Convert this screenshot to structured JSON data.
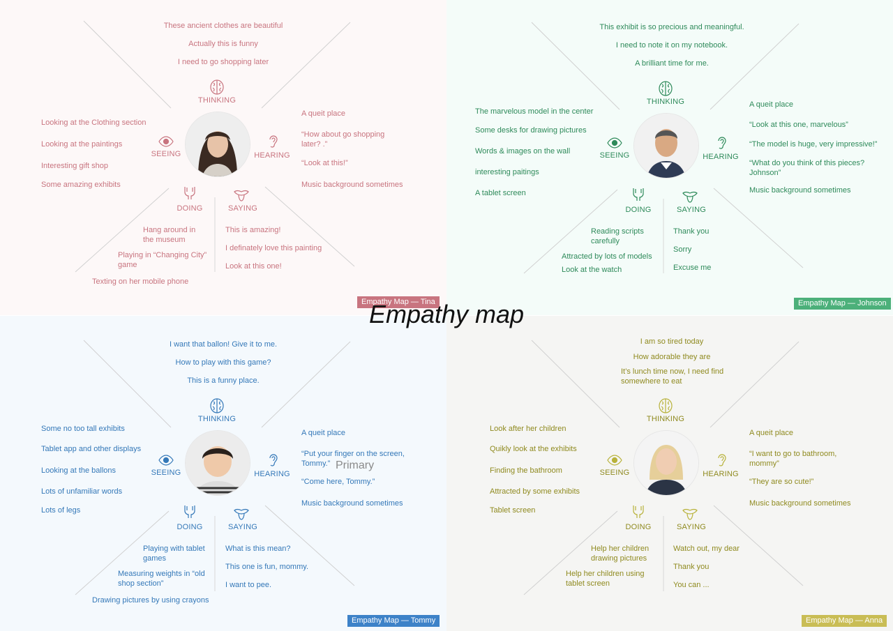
{
  "title": "Empathy map",
  "overlay_label": "Primary",
  "labels": {
    "thinking": "THINKING",
    "seeing": "SEEING",
    "hearing": "HEARING",
    "doing": "DOING",
    "saying": "SAYING"
  },
  "colors": {
    "tina": "#c8747f",
    "johnson": "#2e8a5a",
    "tommy": "#3478b8",
    "anna": "#8f8a1f",
    "tina_bg": "#fdf8f8",
    "johnson_bg": "#f4fcf9",
    "tommy_bg": "#f4f9fd",
    "anna_bg": "#f5f5f3"
  },
  "maps": {
    "tina": {
      "badge": "Empathy Map — Tina",
      "thinking": [
        "These ancient clothes are beautiful",
        "Actually this is funny",
        "I need to go shopping later"
      ],
      "seeing": [
        "Looking at the Clothing section",
        "Looking at the paintings",
        "Interesting gift shop",
        "Some amazing exhibits"
      ],
      "hearing": [
        "A queit place",
        "“How about go shopping\nlater? .”",
        "“Look at this!”",
        "Music background sometimes"
      ],
      "doing": [
        "Hang around in\nthe museum",
        "Playing in “Changing City”\ngame",
        "Texting on her mobile phone"
      ],
      "saying": [
        "This is amazing!",
        "I definately love this painting",
        "Look at this one!"
      ]
    },
    "johnson": {
      "badge": "Empathy Map — Johnson",
      "thinking": [
        "This exhibit is so precious and meaningful.",
        "I need to note it on my notebook.",
        "A brilliant time for me."
      ],
      "seeing": [
        "The marvelous model in the center",
        "Some desks for drawing pictures",
        "Words & images on the wall",
        "interesting paitings",
        "A tablet screen"
      ],
      "hearing": [
        "A queit place",
        "“Look at this one, marvelous”",
        "“The model is huge, very impressive!”",
        "“What do you think of this pieces?\nJohnson”",
        "Music background sometimes"
      ],
      "doing": [
        "Reading scripts\ncarefully",
        "Attracted by lots of models",
        "Look at the watch"
      ],
      "saying": [
        "Thank you",
        "Sorry",
        "Excuse me"
      ]
    },
    "tommy": {
      "badge": "Empathy Map — Tommy",
      "thinking": [
        "I want that ballon! Give it to me.",
        "How to play with this game?",
        "This is a funny place."
      ],
      "seeing": [
        "Some no too tall exhibits",
        "Tablet app and other displays",
        "Looking at the ballons",
        "Lots of unfamiliar words",
        "Lots of legs"
      ],
      "hearing": [
        "A queit place",
        "“Put your finger on the screen,\nTommy.”",
        "“Come here, Tommy.”",
        "Music background sometimes"
      ],
      "doing": [
        "Playing with tablet\ngames",
        "Measuring weights in “old\nshop section”",
        "Drawing pictures by using crayons"
      ],
      "saying": [
        "What is this mean?",
        "This one is fun, mommy.",
        "I want to pee."
      ]
    },
    "anna": {
      "badge": "Empathy Map — Anna",
      "thinking": [
        "I am so tired today",
        "How adorable they are",
        "It’s lunch time now, I need find\nsomewhere to eat"
      ],
      "seeing": [
        "Look after her children",
        "Quikly look at the exhibits",
        "Finding the bathroom",
        "Attracted by some exhibits",
        "Tablet screen"
      ],
      "hearing": [
        "A queit place",
        "“I want to go to bathroom,\nmommy”",
        "“They are so cute!”",
        "Music background sometimes"
      ],
      "doing": [
        "Help her children\ndrawing pictures",
        "Help her children using\ntablet screen"
      ],
      "saying": [
        "Watch out, my dear",
        "Thank you",
        "You can ..."
      ]
    }
  }
}
